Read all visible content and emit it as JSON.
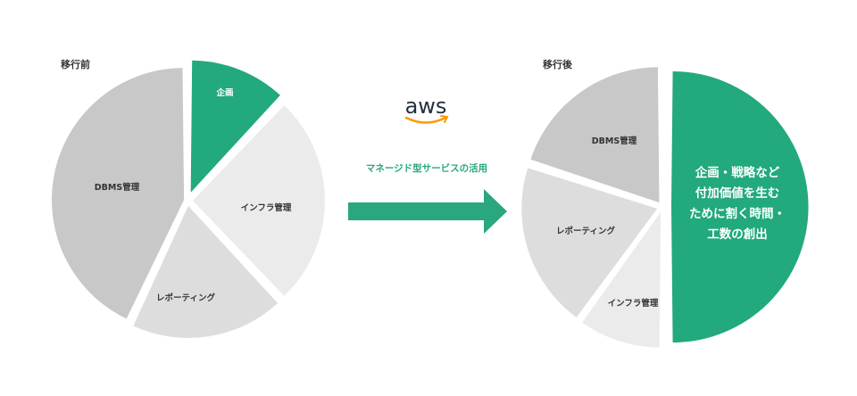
{
  "colors": {
    "green": "#22a97d",
    "dark_gray": "#c8c8c8",
    "mid_gray": "#d9d9d9",
    "light_gray": "#ebebeb",
    "arrow_green": "#2aa77f",
    "aws_orange": "#ff9900"
  },
  "before": {
    "title": "移行前",
    "segments": [
      {
        "key": "planning",
        "label": "企画",
        "share": 12,
        "color": "#22a97d"
      },
      {
        "key": "infra",
        "label": "インフラ管理",
        "share": 26,
        "color": "#ebebeb"
      },
      {
        "key": "reporting",
        "label": "レポーティング",
        "share": 19,
        "color": "#dddddd"
      },
      {
        "key": "dbms",
        "label": "DBMS管理",
        "share": 43,
        "color": "#c8c8c8"
      }
    ]
  },
  "after": {
    "title": "移行後",
    "segments": [
      {
        "key": "value",
        "label": "企画・戦略など付加価値を生むために割く時間・工数の創出",
        "lines": [
          "企画・戦略など",
          "付加価値を生む",
          "ために割く時間・",
          "工数の創出"
        ],
        "share": 50,
        "color": "#22a97d"
      },
      {
        "key": "infra",
        "label": "インフラ管理",
        "share": 10,
        "color": "#ebebeb"
      },
      {
        "key": "reporting",
        "label": "レポーティング",
        "share": 20,
        "color": "#dddddd"
      },
      {
        "key": "dbms",
        "label": "DBMS管理",
        "share": 20,
        "color": "#c8c8c8"
      }
    ]
  },
  "transition": {
    "logo_text": "aws",
    "arrow_label": "マネージド型サービスの活用"
  }
}
